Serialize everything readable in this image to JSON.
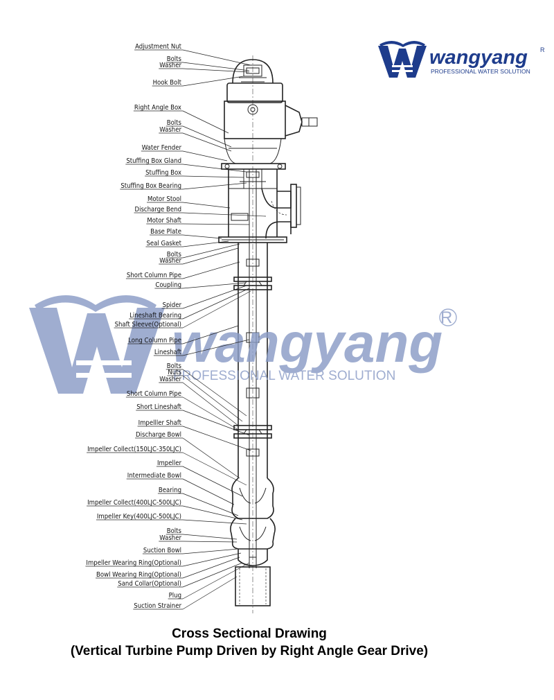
{
  "brand": {
    "name": "wangyang",
    "tagline": "PROFESSIONAL WATER SOLUTION",
    "registered": "R",
    "color": "#1e3c8c"
  },
  "watermark": {
    "name": "wangyang",
    "tagline": "PROFESSIONAL WATER SOLUTION",
    "registered": "R",
    "color": "#8a9cc6"
  },
  "labels": [
    "Adjustment Nut",
    "Bolts",
    "Washer",
    "Hook Bolt",
    "Right Angle Box",
    "Bolts",
    "Washer",
    "Water Fender",
    "Stuffing Box Gland",
    "Stuffing Box",
    "Stuffing Box Bearing",
    "Motor Stool",
    "Discharge Bend",
    "Motor Shaft",
    "Base Plate",
    "Seal Gasket",
    "Bolts",
    "Washer",
    "Short Column Pipe",
    "Coupling",
    "Spider",
    "Lineshaft Bearing",
    "Shaft Sleeve(Optional)",
    "Long Column Pipe",
    "Lineshaft",
    "Bolts",
    "Nuts",
    "Washer",
    "Short Column Pipe",
    "Short Lineshaft",
    "Impelller Shaft",
    "Discharge Bowl",
    "Impeller Collect(150LJC-350LJC)",
    "Impeller",
    "Intermediate Bowl",
    "Bearing",
    "Impeller Collect(400LJC-500LJC)",
    "Impeller Key(400LJC-500LJC)",
    "Bolts",
    "Washer",
    "Suction Bowl",
    "Impeller Wearing Ring(Optional)",
    "Bowl Wearing Ring(Optional)",
    "Sand Collar(Optional)",
    "Plug",
    "Suction Strainer"
  ],
  "caption": {
    "line1": "Cross Sectional Drawing",
    "line2": "(Vertical Turbine Pump Driven by Right Angle Gear Drive)"
  }
}
